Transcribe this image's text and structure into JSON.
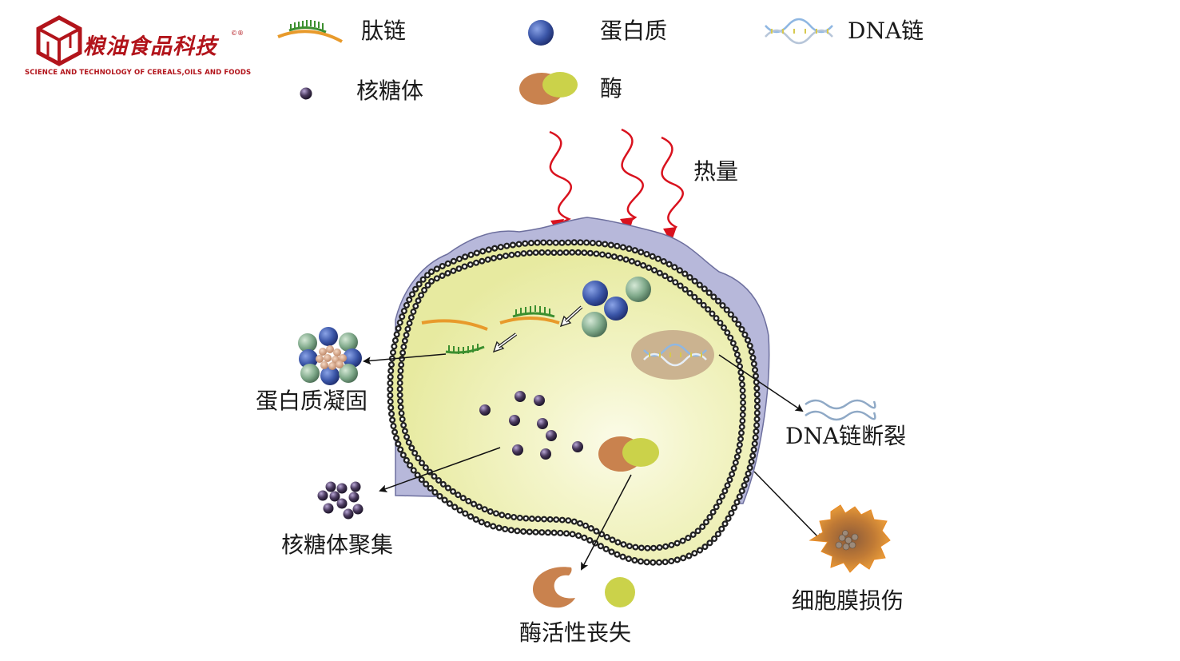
{
  "logo": {
    "name_cn": "粮油食品科技",
    "name_en": "SCIENCE AND TECHNOLOGY OF CEREALS,OILS AND FOODS",
    "reg_mark": "©®",
    "color": "#b2141b"
  },
  "legend": {
    "peptide": "肽链",
    "protein": "蛋白质",
    "dna": "DNA链",
    "ribosome": "核糖体",
    "enzyme": "酶"
  },
  "labels": {
    "heat": "热量",
    "protein_coagulation": "蛋白质凝固",
    "dna_break": "DNA链断裂",
    "ribosome_aggregation": "核糖体聚集",
    "enzyme_inactivation": "酶活性丧失",
    "membrane_damage": "细胞膜损伤"
  },
  "colors": {
    "heat_arrow": "#d9121e",
    "cytoplasm": "#f0f2b8",
    "cell_wall": "#b7b8da",
    "protein_blue": "#3b56a8",
    "protein_green": "#7fa98a",
    "peptide_green": "#3c8f2f",
    "peptide_orange": "#e89a2b",
    "enzyme_brown": "#c9824e",
    "enzyme_yellow": "#cbd24a",
    "ribosome": "#4a3a5e",
    "nucleus": "#cbb390",
    "damaged_cell": "#e88a24"
  },
  "icons": [
    "heat-arrow-icon",
    "protein-icon",
    "peptide-icon",
    "dna-icon",
    "ribosome-icon",
    "enzyme-icon"
  ]
}
